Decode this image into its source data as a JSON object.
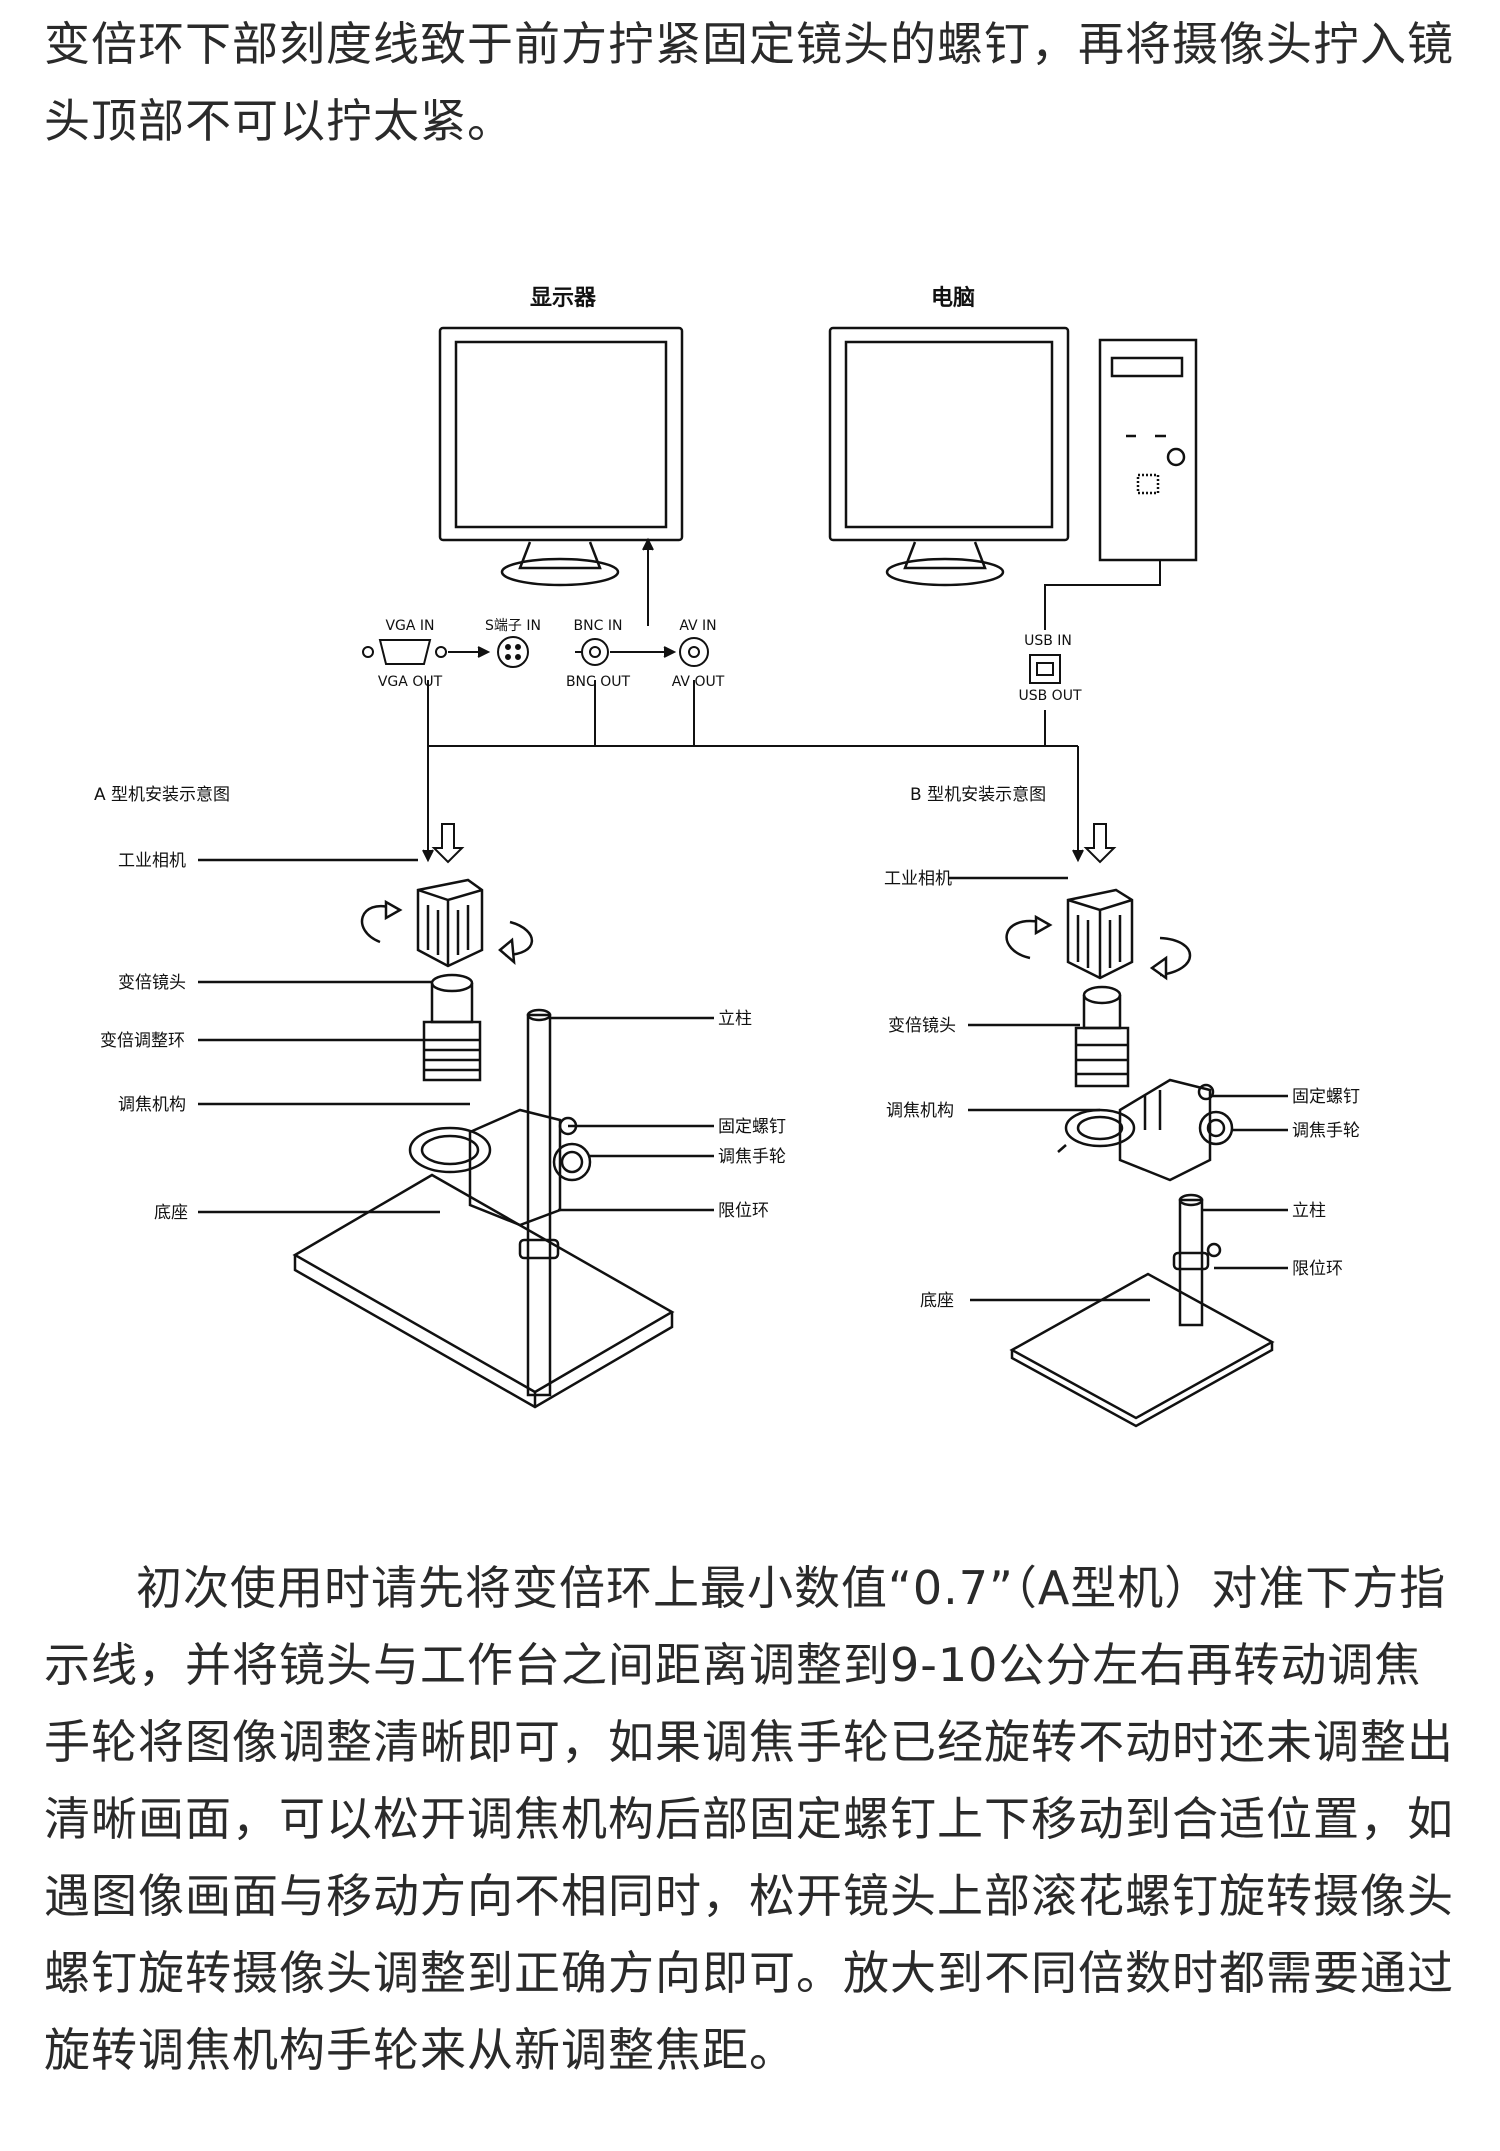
{
  "intro_text": "变倍环下部刻度线致于前方拧紧固定镜头的螺钉，再将摄像头拧入镜头顶部不可以拧太紧。",
  "diagram": {
    "monitor_title": "显示器",
    "computer_title": "电脑",
    "ports": {
      "vga_in": "VGA IN",
      "vga_out": "VGA OUT",
      "s_in": "S端子 IN",
      "bnc_in": "BNC IN",
      "bnc_out": "BNC OUT",
      "av_in": "AV IN",
      "av_out": "AV OUT",
      "usb_in": "USB IN",
      "usb_out": "USB OUT"
    },
    "model_a": {
      "title": "A 型机安装示意图",
      "camera": "工业相机",
      "zoom_lens": "变倍镜头",
      "zoom_ring": "变倍调整环",
      "focus_mechanism": "调焦机构",
      "base": "底座",
      "column": "立柱",
      "fixing_screw": "固定螺钉",
      "focus_knob": "调焦手轮",
      "limit_ring": "限位环"
    },
    "model_b": {
      "title": "B 型机安装示意图",
      "camera": "工业相机",
      "zoom_lens": "变倍镜头",
      "focus_mechanism": "调焦机构",
      "fixing_screw": "固定螺钉",
      "focus_knob": "调焦手轮",
      "column": "立柱",
      "limit_ring": "限位环",
      "base": "底座"
    }
  },
  "instruction_text": "初次使用时请先将变倍环上最小数值“0.7”（A型机）对准下方指示线，并将镜头与工作台之间距离调整到9-10公分左右再转动调焦手轮将图像调整清晰即可，如果调焦手轮已经旋转不动时还未调整出清晰画面，可以松开调焦机构后部固定螺钉上下移动到合适位置，如遇图像画面与移动方向不相同时，松开镜头上部滚花螺钉旋转摄像头螺钉旋转摄像头调整到正确方向即可。放大到不同倍数时都需要通过旋转调焦机构手轮来从新调整焦距。"
}
